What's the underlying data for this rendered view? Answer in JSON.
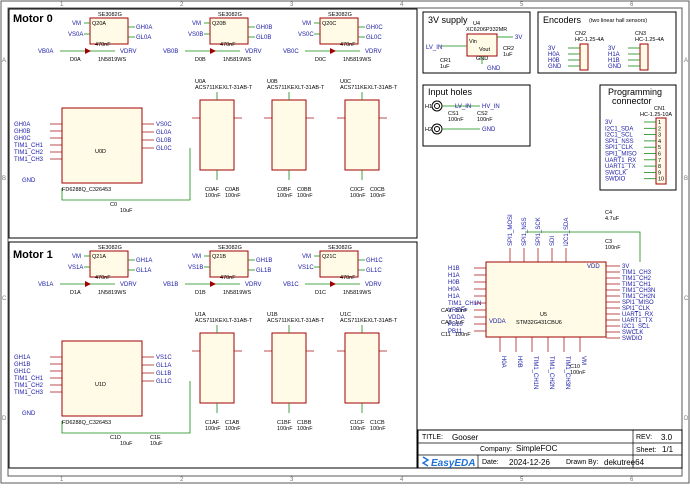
{
  "sections": {
    "motor0": "Motor 0",
    "motor1": "Motor 1",
    "supply": "3V supply",
    "encoders": "Encoders",
    "encoders_note": "(two linear hall sensors)",
    "input_holes": "Input holes",
    "prog_connector_line1": "Programming",
    "prog_connector_line2": "connector"
  },
  "grid": {
    "columns": [
      "1",
      "2",
      "3",
      "4",
      "5",
      "6"
    ],
    "rows": [
      "A",
      "B",
      "C",
      "D"
    ]
  },
  "motor0": {
    "gate_drivers": [
      {
        "part": "SE3082G",
        "ref": "Q20A",
        "vm": "VM",
        "gate": "VS0A",
        "out_h": "GH0A",
        "out_l": "GL0A"
      },
      {
        "part": "SE3082G",
        "ref": "Q20B",
        "vm": "VM",
        "gate": "VS0B",
        "out_h": "GH0B",
        "out_l": "GL0B"
      },
      {
        "part": "SE3082G",
        "ref": "Q20C",
        "vm": "VM",
        "gate": "VS0C",
        "out_h": "GH0C",
        "out_l": "GL0C"
      }
    ],
    "bootstrap": [
      {
        "net": "VB0A",
        "diode": "D0A",
        "cap": "470nF",
        "diode_part": "1N5819WS",
        "supply": "VDRV"
      },
      {
        "net": "VB0B",
        "diode": "D0B",
        "cap": "470nF",
        "diode_part": "1N5819WS",
        "supply": "VDRV"
      },
      {
        "net": "VB0C",
        "diode": "D0C",
        "cap": "470nF",
        "diode_part": "1N5819WS",
        "supply": "VDRV"
      }
    ],
    "current_sensors": [
      {
        "ref": "U0A",
        "part": "ACS711KEXLT-31AB-T",
        "cap": "C0AF",
        "cap_val": "100nF",
        "cap2": "C0AB",
        "cap2_val": "100nF"
      },
      {
        "ref": "U0B",
        "part": "ACS711KEXLT-31AB-T",
        "cap": "C0BF",
        "cap_val": "100nF",
        "cap2": "C0BB",
        "cap2_val": "100nF"
      },
      {
        "ref": "U0C",
        "part": "ACS711KEXLT-31AB-T",
        "cap": "C0CF",
        "cap_val": "100nF",
        "cap2": "C0CB",
        "cap2_val": "100nF"
      }
    ],
    "driver_ic": {
      "ref": "U0D",
      "part": "FD6288Q_C326453",
      "gnd": "GND",
      "cap": "C0",
      "cap_val": "10uF"
    },
    "driver_inputs": [
      "GH0A",
      "GH0B",
      "GH0C",
      "TIM1_CH1",
      "TIM1_CH2",
      "TIM1_CH3"
    ],
    "driver_outputs": [
      "VS0C",
      "GL0A",
      "GL0B",
      "GL0C"
    ]
  },
  "motor1": {
    "gate_drivers": [
      {
        "part": "SE3082G",
        "ref": "Q21A",
        "vm": "VM",
        "gate": "VS1A",
        "out_h": "GH1A",
        "out_l": "GL1A"
      },
      {
        "part": "SE3082G",
        "ref": "Q21B",
        "vm": "VM",
        "gate": "VS1B",
        "out_h": "GH1B",
        "out_l": "GL1B"
      },
      {
        "part": "SE3082G",
        "ref": "Q21C",
        "vm": "VM",
        "gate": "VS1C",
        "out_h": "GH1C",
        "out_l": "GL1C"
      }
    ],
    "bootstrap": [
      {
        "net": "VB1A",
        "diode": "D1A",
        "cap": "470nF",
        "diode_part": "1N5819WS",
        "supply": "VDRV"
      },
      {
        "net": "VB1B",
        "diode": "D1B",
        "cap": "470nF",
        "diode_part": "1N5819WS",
        "supply": "VDRV"
      },
      {
        "net": "VB1C",
        "diode": "D1C",
        "cap": "470nF",
        "diode_part": "1N5819WS",
        "supply": "VDRV"
      }
    ],
    "current_sensors": [
      {
        "ref": "U1A",
        "part": "ACS711KEXLT-31AB-T",
        "cap": "C1AF",
        "cap_val": "100nF",
        "cap2": "C1AB",
        "cap2_val": "100nF"
      },
      {
        "ref": "U1B",
        "part": "ACS711KEXLT-31AB-T",
        "cap": "C1BF",
        "cap_val": "100nF",
        "cap2": "C1BB",
        "cap2_val": "100nF"
      },
      {
        "ref": "U1C",
        "part": "ACS711KEXLT-31AB-T",
        "cap": "C1CF",
        "cap_val": "100nF",
        "cap2": "C1CB",
        "cap2_val": "100nF"
      }
    ],
    "driver_ic": {
      "ref": "U1D",
      "part": "FD6288Q_C326453",
      "gnd": "GND",
      "cap": "C1D",
      "cap_val": "10uF",
      "cap2": "C1E",
      "cap2_val": "10uF"
    },
    "driver_inputs": [
      "GH1A",
      "GH1B",
      "GH1C",
      "TIM1_CH1",
      "TIM1_CH2",
      "TIM1_CH3"
    ],
    "driver_outputs": [
      "VS1C",
      "GL1A",
      "GL1B",
      "GL1C"
    ]
  },
  "supply": {
    "regulator_ref": "U4",
    "regulator_part": "XC6206P332MR",
    "input": "LV_IN",
    "output": "3V",
    "cap_in": "CR1",
    "cap_in_val": "1uF",
    "cap_out": "CR2",
    "cap_out_val": "1uF",
    "pins": [
      "Vin",
      "Vout",
      "GND"
    ],
    "gnd": "GND"
  },
  "encoders": [
    {
      "ref": "CN2",
      "part": "HC-1.25-4A",
      "pins": [
        "3V",
        "H0A",
        "H0B",
        "GND"
      ]
    },
    {
      "ref": "CN3",
      "part": "HC-1.25-4A",
      "pins": [
        "3V",
        "H1A",
        "H1B",
        "GND"
      ]
    }
  ],
  "input_holes": {
    "holes": [
      "H1",
      "H2"
    ],
    "nets": [
      "HV_IN",
      "GND"
    ],
    "caps": [
      {
        "ref": "CS1",
        "val": "100nF"
      },
      {
        "ref": "CS2",
        "val": "100nF"
      }
    ],
    "lv": "LV_IN"
  },
  "programming": {
    "ref": "CN1",
    "part": "HC-1.25-10A",
    "pins": [
      "3V",
      "I2C1_SDA",
      "I2C1_SCL",
      "SPI1_NSS",
      "SPI1_CLK",
      "SPI1_MISO",
      "UART1_RX",
      "UART1_TX",
      "SWCLK",
      "SWDIO"
    ],
    "numbers": [
      "1",
      "2",
      "3",
      "4",
      "5",
      "6",
      "7",
      "8",
      "9",
      "10"
    ]
  },
  "mcu": {
    "ref": "U5",
    "part": "STM32G431CBU6",
    "cap_top": {
      "ref": "C4",
      "val": "4.7uF"
    },
    "cap_top2": {
      "ref": "C3",
      "val": "100nF"
    },
    "cap_left": [
      {
        "ref": "CA1",
        "val": "10nF"
      },
      {
        "ref": "CA2",
        "val": "1uF"
      },
      {
        "ref": "C11",
        "val": "100nF"
      }
    ],
    "cap_bottom": {
      "ref": "C10",
      "val": "100nF"
    },
    "left_nets": [
      "H1B",
      "H1A",
      "H0B",
      "H0A",
      "H1A",
      "TIM1_CH1N",
      "VREF+",
      "VDDA",
      "PB10",
      "PB11"
    ],
    "right_nets": [
      "3V",
      "TIM1_CH3",
      "TIM1_CH2",
      "TIM1_CH1",
      "TIM1_CH3N",
      "TIM1_CH2N",
      "SPI1_MISO",
      "SPI1_CLK",
      "UART1_RX",
      "UART1_TX",
      "I2C1_SCL",
      "SWCLK",
      "SWDIO"
    ],
    "top_nets": [
      "SPI1_MOSI",
      "SPI1_NSS",
      "SPI1_SCK",
      "SDI",
      "I2C1_SDA"
    ],
    "bottom_nets": [
      "H0A",
      "H0B",
      "TIM1_CH1N",
      "TIM1_CH2N",
      "TIM1_CH3N",
      "VM"
    ],
    "vdd": "VDD",
    "vdda": "VDDA"
  },
  "title_block": {
    "title_label": "TITLE:",
    "title": "Gooser",
    "rev_label": "REV:",
    "rev": "3.0",
    "company_label": "Company:",
    "company": "SimpleFOC",
    "sheet_label": "Sheet:",
    "sheet": "1/1",
    "date_label": "Date:",
    "date": "2024-12-26",
    "drawn_label": "Drawn By:",
    "drawn": "dekutree64",
    "logo": "EasyEDA"
  }
}
